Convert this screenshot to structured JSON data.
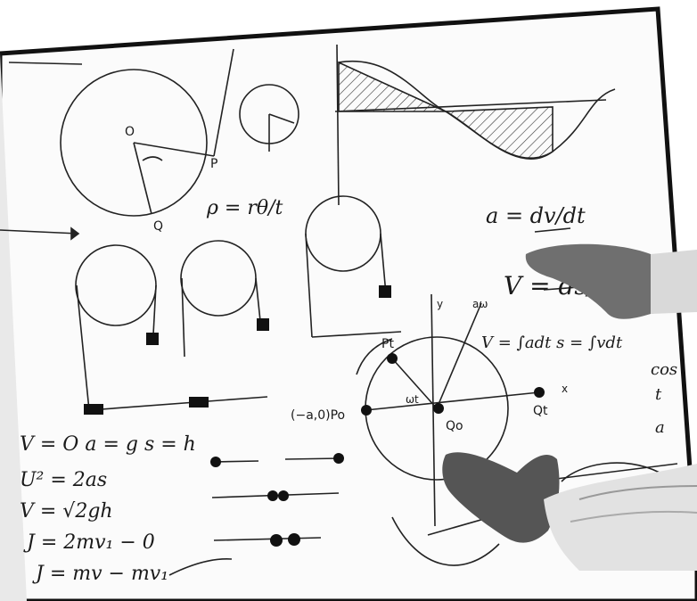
{
  "image": {
    "subject": "whiteboard-physics-sketches",
    "tone": "grayscale"
  },
  "board_text": {
    "speed_eq": "a = dv/dt",
    "v_eq": "V = ds/dt",
    "integral_eq": "V = ∫adt  s = ∫vdt",
    "rho_eq": "ρ = rθ/t",
    "v0": "V = O   a = g   s = h",
    "v2": "U² = 2as",
    "vsqrt": "V = √2gh",
    "impulse1": "J = 2mv₁ − 0",
    "impulse2": "J = mv − mv₁",
    "point_p": "P",
    "point_q": "Q",
    "point_o": "O",
    "label_pt": "Pt",
    "label_po": "(−a,0)Po",
    "label_qo": "Qo",
    "label_qt": "Qt",
    "label_wt": "ωt",
    "label_aw": "aω",
    "label_x": "x",
    "label_y": "y",
    "label_cos": "cos",
    "label_t": "t",
    "label_a": "a"
  }
}
